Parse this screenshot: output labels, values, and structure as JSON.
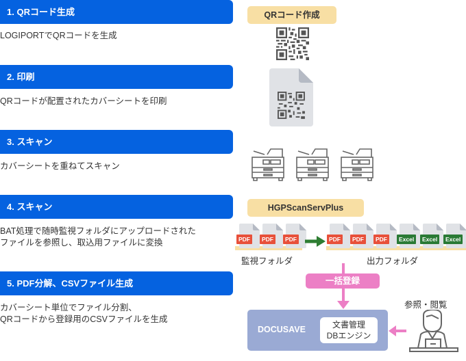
{
  "steps": [
    {
      "title": "1. QRコード生成",
      "desc": [
        "LOGIPORTでQRコードを生成"
      ]
    },
    {
      "title": "2. 印刷",
      "desc": [
        "QRコードが配置されたカバーシートを印刷"
      ]
    },
    {
      "title": "3. スキャン",
      "desc": [
        "カバーシートを重ねてスキャン"
      ]
    },
    {
      "title": "4. スキャン",
      "desc": [
        "BAT処理で随時監視フォルダにアップロードされた",
        "ファイルを参照し、取込用ファイルに変換"
      ]
    },
    {
      "title": "5. PDF分解、CSVファイル生成",
      "desc": [
        "カバーシート単位でファイル分割、",
        "QRコードから登録用のCSVファイルを生成"
      ]
    }
  ],
  "diagram": {
    "qr_create_label": "QRコード作成",
    "hgp_label": "HGPScanServPlus",
    "watch_folder_label": "監視フォルダ",
    "output_folder_label": "出力フォルダ",
    "watch_files": [
      "PDF",
      "PDF",
      "PDF"
    ],
    "output_files": [
      "PDF",
      "PDF",
      "PDF",
      "Excel",
      "Excel",
      "Excel"
    ],
    "bulk_register_label": "一括登録",
    "docusave_label": "DOCUSAVE",
    "engine_label": [
      "文書管理",
      "DBエンジン"
    ],
    "view_label": "参照・閲覧",
    "icons": {
      "qr": "qr-code-icon",
      "document": "document-icon",
      "printer": "multifunction-printer-icon",
      "user": "user-at-laptop-icon",
      "arrow_green": "arrow-right-icon",
      "arrow_pink_down": "arrow-down-icon",
      "arrow_pink_left": "arrow-left-icon"
    }
  },
  "colors": {
    "step_bar": "#0562e0",
    "yellow_tag": "#f8dfa4",
    "pink": "#ec7fc5",
    "docusave": "#9aaad4",
    "pdf_badge": "#e8503a",
    "excel_badge": "#2a7a35",
    "green_arrow": "#2e7d32"
  }
}
